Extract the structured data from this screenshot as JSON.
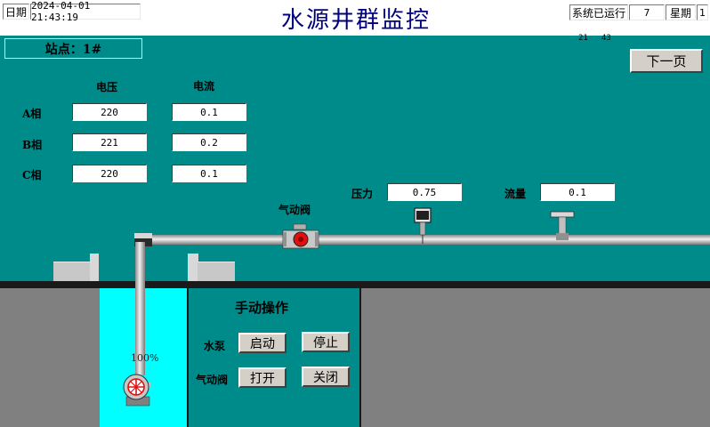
{
  "header": {
    "date_label": "日期",
    "datetime": "2024-04-01 21:43:19",
    "title": "水源井群监控",
    "running_label": "系统已运行",
    "running_days": "7",
    "weekday_label": "星期",
    "weekday_value": "1",
    "time_hh": "21",
    "time_mm": "43"
  },
  "station": {
    "label": "站点：1#"
  },
  "next_page_label": "下一页",
  "electrical": {
    "voltage_header": "电压",
    "current_header": "电流",
    "phases": [
      {
        "label": "A相",
        "voltage": "220",
        "current": "0.1"
      },
      {
        "label": "B相",
        "voltage": "221",
        "current": "0.2"
      },
      {
        "label": "C相",
        "voltage": "220",
        "current": "0.1"
      }
    ]
  },
  "process": {
    "pressure_label": "压力",
    "pressure_value": "0.75",
    "flow_label": "流量",
    "flow_value": "0.1",
    "valve_label": "气动阀",
    "well_level": "100%"
  },
  "manual": {
    "title": "手动操作",
    "pump_label": "水泵",
    "valve_label": "气动阀",
    "start_label": "启动",
    "stop_label": "停止",
    "open_label": "打开",
    "close_label": "关闭"
  },
  "colors": {
    "teal": "#008b8b",
    "gray": "#808080",
    "cyan": "#00ffff",
    "title_blue": "#000080",
    "valve_red": "#e01010"
  },
  "icons": [
    "solenoid-valve-icon",
    "pressure-gauge-icon",
    "flow-meter-icon",
    "centrifugal-pump-icon"
  ]
}
